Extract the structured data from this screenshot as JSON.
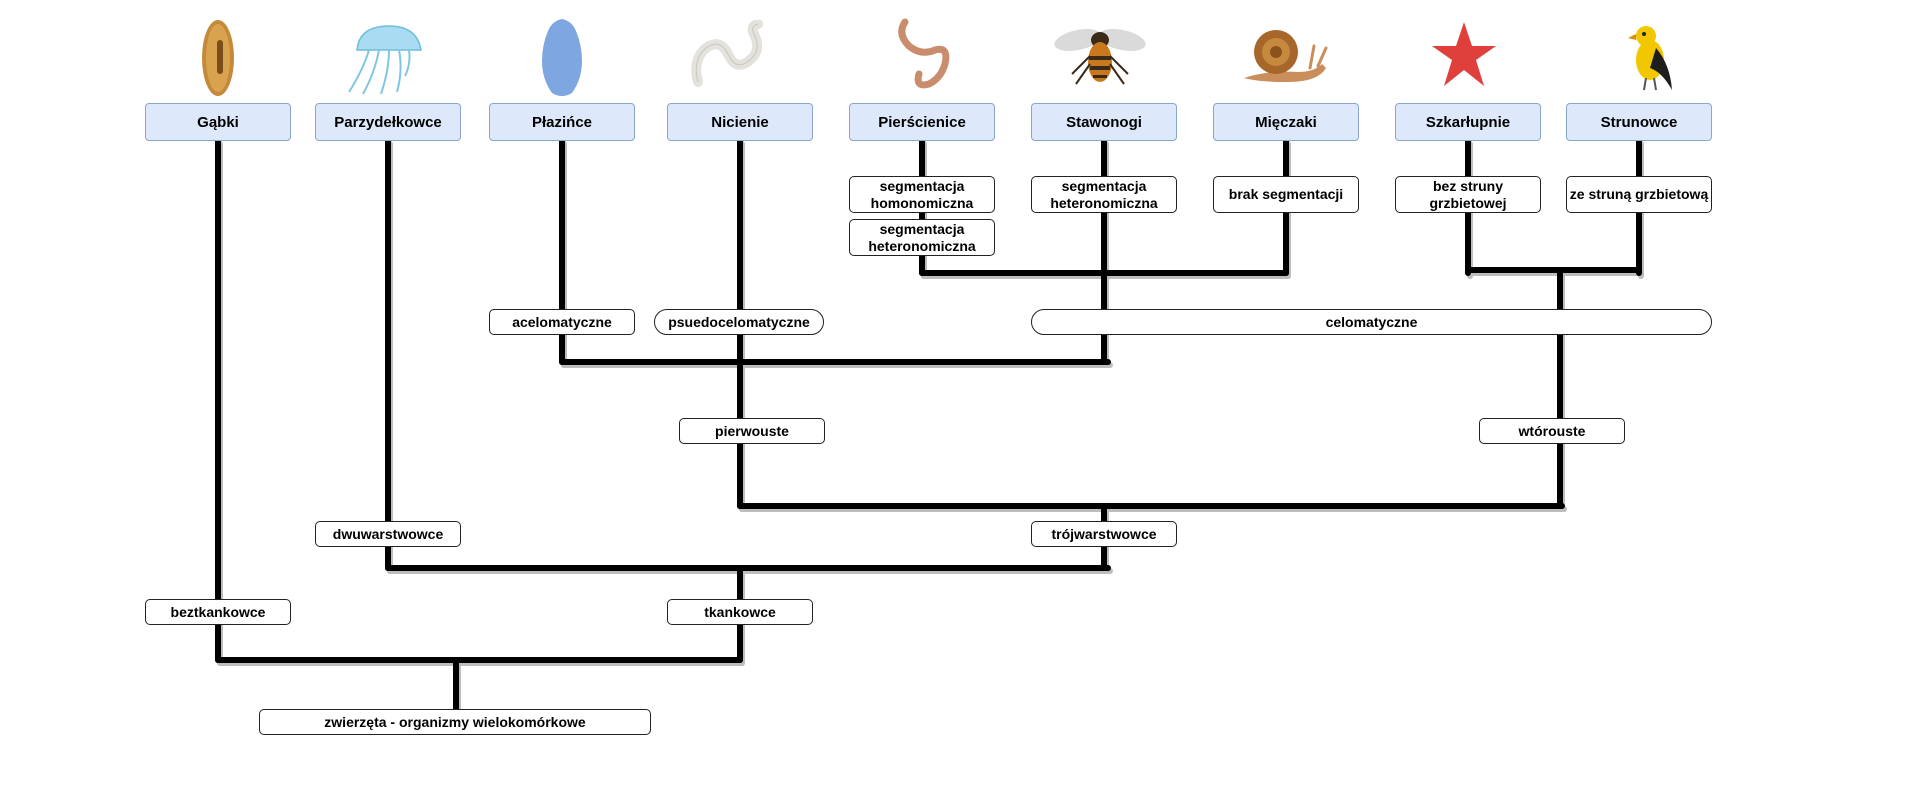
{
  "taxa": [
    {
      "name": "Gąbki",
      "icon": "sponge-icon"
    },
    {
      "name": "Parzydełkowce",
      "icon": "jellyfish-icon"
    },
    {
      "name": "Płazińce",
      "icon": "flatworm-icon"
    },
    {
      "name": "Nicienie",
      "icon": "roundworm-icon"
    },
    {
      "name": "Pierścienice",
      "icon": "earthworm-icon"
    },
    {
      "name": "Stawonogi",
      "icon": "bee-icon"
    },
    {
      "name": "Mięczaki",
      "icon": "snail-icon"
    },
    {
      "name": "Szkarłupnie",
      "icon": "starfish-icon"
    },
    {
      "name": "Strunowce",
      "icon": "bird-icon"
    }
  ],
  "traits": {
    "seg_homo": "segmentacja homonomiczna",
    "seg_hetero_annelid": "segmentacja heteronomiczna",
    "seg_hetero_arthropod": "segmentacja heteronomiczna",
    "no_segmentation": "brak segmentacji",
    "no_notochord": "bez struny grzbietowej",
    "notochord": "ze struną grzbietową",
    "acoelomate": "acelomatyczne",
    "pseudocoelomate": "psuedocelomatyczne",
    "coelomate": "celomatyczne",
    "protostomes": "pierwouste",
    "deuterostomes": "wtórouste",
    "diploblasts": "dwuwarstwowce",
    "triploblasts": "trójwarstwowce",
    "parazoa": "beztkankowce",
    "eumetazoa": "tkankowce",
    "root": "zwierzęta - organizmy wielokomórkowe"
  },
  "colors": {
    "taxon_fill": "#dde9fb",
    "taxon_border": "#8aa6cc",
    "line": "#000000",
    "line_shadow": "#bdbdbd"
  }
}
